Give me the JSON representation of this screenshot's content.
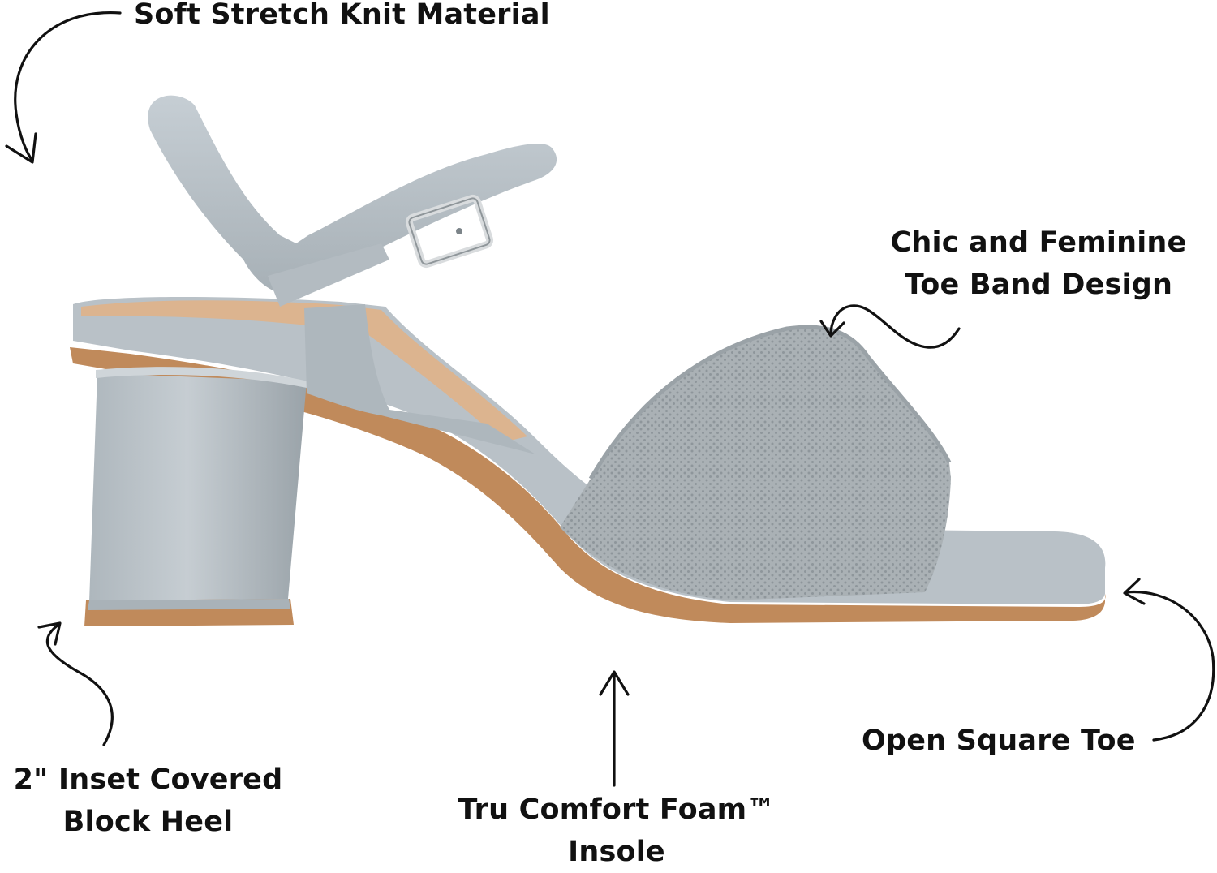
{
  "annotations": {
    "knit_material": "Soft Stretch Knit Material",
    "toe_band": [
      "Chic and Feminine",
      "Toe Band Design"
    ],
    "heel": [
      "2\" Inset Covered",
      "Block Heel"
    ],
    "foam": [
      "Tru Comfort Foam™",
      "Insole"
    ],
    "square_toe": "Open Square Toe"
  },
  "icons": [
    "curved-arrow-icon",
    "straight-arrow-icon"
  ],
  "colors": {
    "shoe_gray": "#b9c1c7",
    "knit_gray": "#a8afb3",
    "sole_tan": "#c08a5b",
    "insole_tan": "#dcb48f",
    "text": "#111111"
  }
}
